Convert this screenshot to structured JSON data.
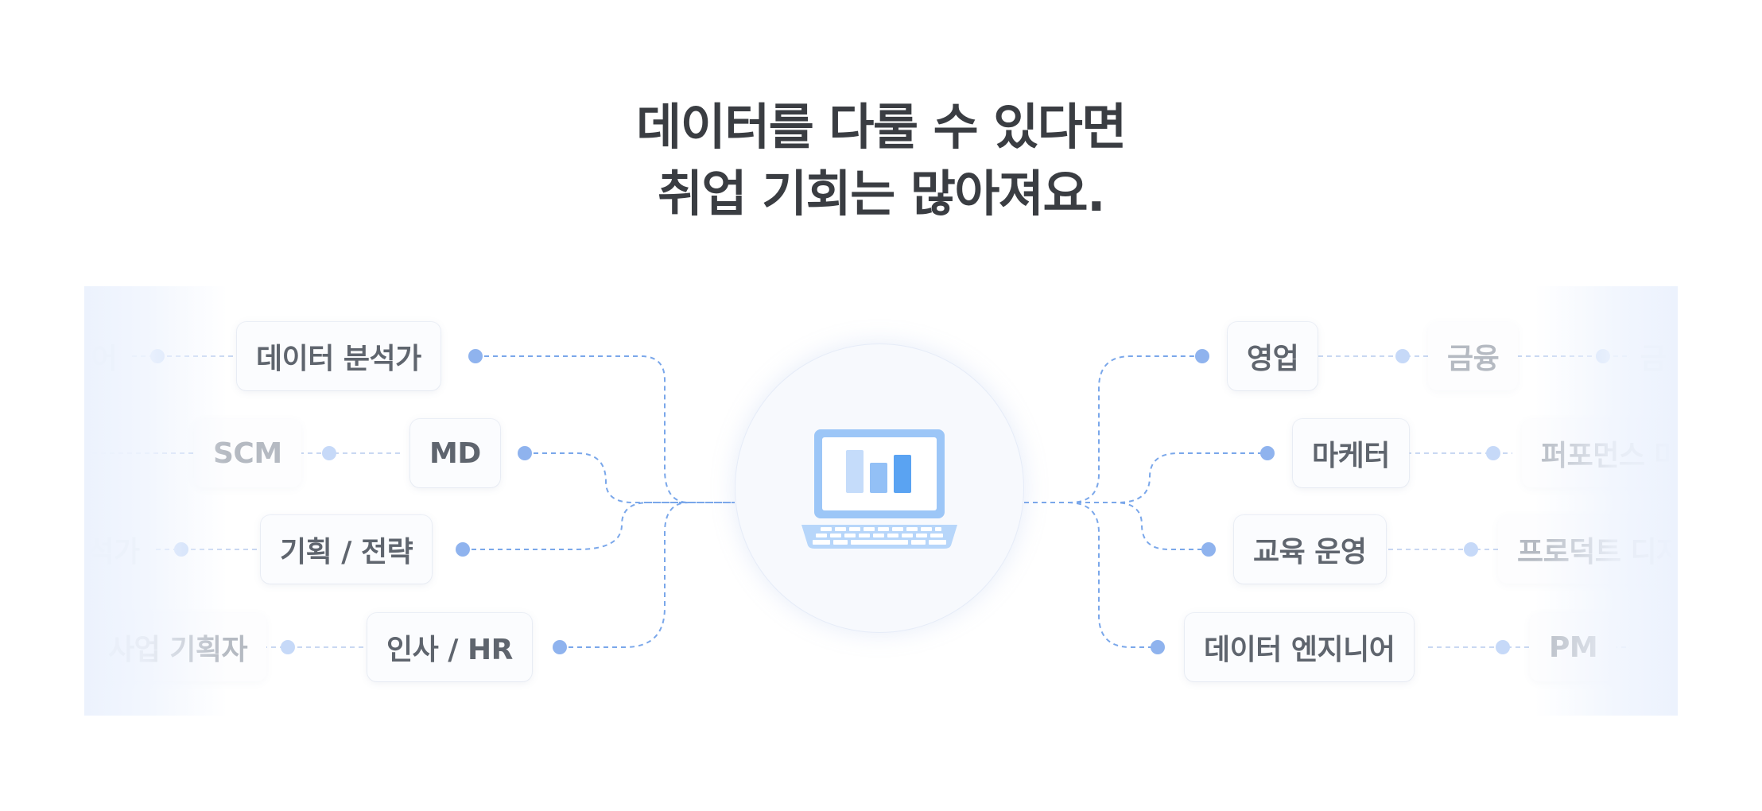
{
  "title": {
    "line1": "데이터를 다룰 수 있다면",
    "line2": "취업 기회는 많아져요."
  },
  "colors": {
    "line": "#7aa7ea",
    "dot": "#8fb3ee",
    "dot_faded": "#c6d9f8",
    "text": "#5f656e",
    "text_faded": "#b5bac2",
    "title": "#3a3d42"
  },
  "center_icon": "laptop-chart-icon",
  "left_roles": {
    "row1": {
      "outer": "어",
      "main": "데이터 분석가"
    },
    "row2": {
      "outer": "SCM",
      "main": "MD"
    },
    "row3": {
      "outer": "석가",
      "main": "기획 / 전략"
    },
    "row4": {
      "outer": "사업 기획자",
      "main": "인사 / HR"
    }
  },
  "right_roles": {
    "row1": {
      "main": "영업",
      "outer": "금융",
      "ghost": "금"
    },
    "row2": {
      "main": "마케터",
      "outer": "퍼포먼스 마"
    },
    "row3": {
      "main": "교육 운영",
      "outer": "프로덕트 디자"
    },
    "row4": {
      "main": "데이터 엔지니어",
      "outer": "PM"
    }
  }
}
